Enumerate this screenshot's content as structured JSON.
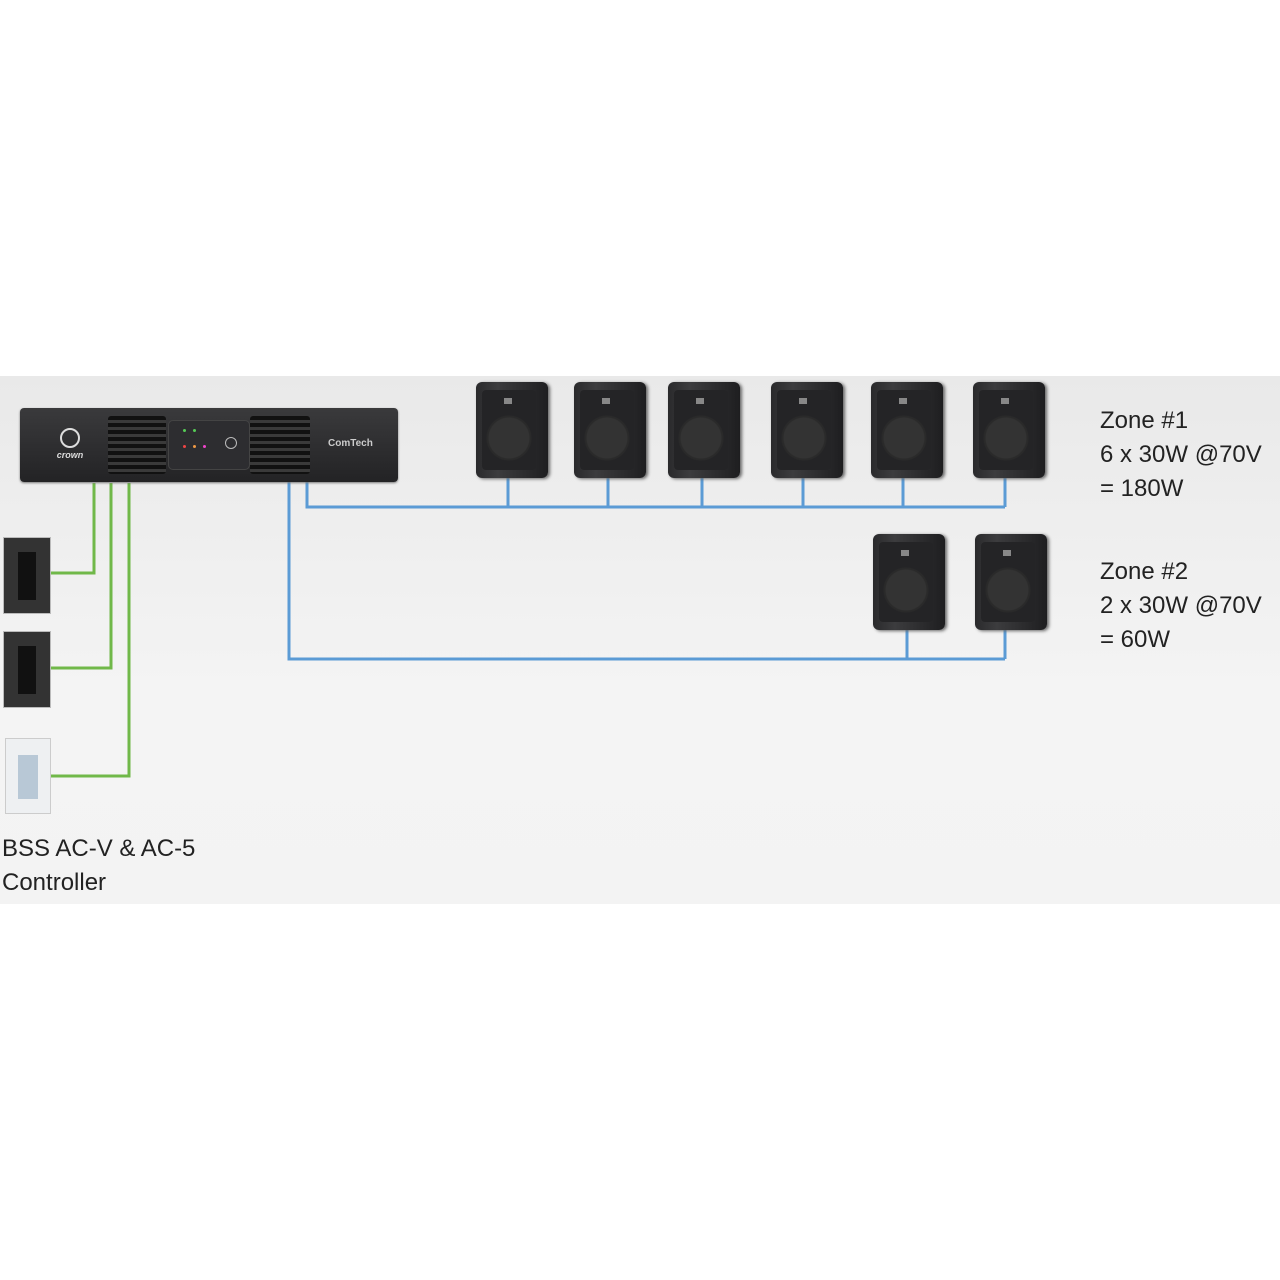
{
  "amplifier": {
    "brand_logo": "crown",
    "label": "ComTech"
  },
  "zone1": {
    "title": "Zone #1",
    "spec": "6 x 30W @70V",
    "total": "= 180W",
    "speaker_count": 6
  },
  "zone2": {
    "title": "Zone #2",
    "spec": "2 x 30W @70V",
    "total": "= 60W",
    "speaker_count": 2
  },
  "controllers": {
    "line1": "BSS AC-V & AC-5",
    "line2": "Controller"
  },
  "colors": {
    "speaker_wire": "#5b9bd5",
    "control_wire": "#70b849"
  }
}
